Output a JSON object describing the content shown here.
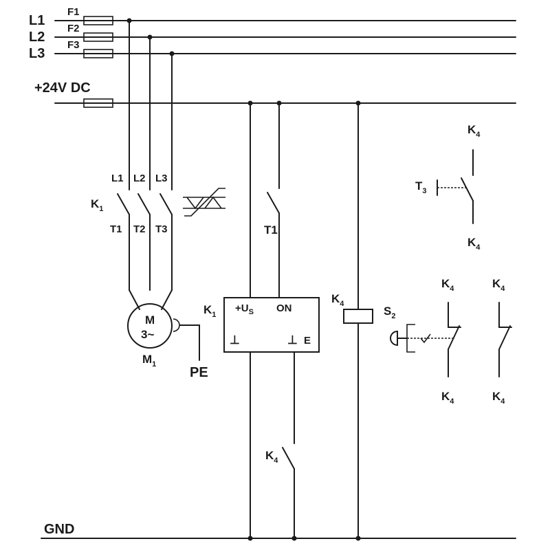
{
  "rails": {
    "L1": "L1",
    "L2": "L2",
    "L3": "L3",
    "dc": "+24V DC",
    "gnd": "GND"
  },
  "fuses": {
    "F1": "F1",
    "F2": "F2",
    "F3": "F3"
  },
  "contactor_k1": {
    "label": "K",
    "label_sub": "1",
    "inputs": [
      "L1",
      "L2",
      "L3"
    ],
    "outputs": [
      "T1",
      "T2",
      "T3"
    ]
  },
  "motor": {
    "line1": "M",
    "line2": "3~",
    "name": "M",
    "name_sub": "1",
    "pe": "PE"
  },
  "relay_contact": {
    "label": "T1"
  },
  "k1_module": {
    "label": "K",
    "label_sub": "1",
    "supply": "+U",
    "supply_sub": "S",
    "on": "ON",
    "ground": "⊥",
    "ground_e": "⊥",
    "ground_e_label": "E"
  },
  "k4_contact_bottom": {
    "label": "K",
    "label_sub": "4"
  },
  "k4_coil": {
    "label": "K",
    "label_sub": "4"
  },
  "t3_switch": {
    "label": "T",
    "label_sub": "3",
    "top": "K",
    "top_sub": "4",
    "bottom": "K",
    "bottom_sub": "4"
  },
  "s2_button": {
    "label": "S",
    "label_sub": "2"
  },
  "k4_contact_left": {
    "top": "K",
    "top_sub": "4",
    "bottom": "K",
    "bottom_sub": "4"
  },
  "k4_contact_right": {
    "top": "K",
    "top_sub": "4",
    "bottom": "K",
    "bottom_sub": "4"
  }
}
